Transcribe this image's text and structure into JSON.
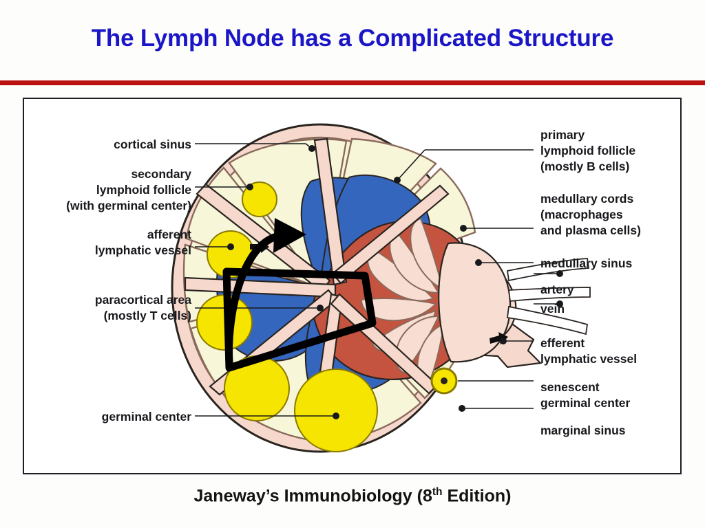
{
  "slide": {
    "title": "The Lymph Node has a Complicated Structure",
    "caption_main": "Janeway’s Immunobiology (8",
    "caption_sup": "th",
    "caption_end": " Edition)"
  },
  "colors": {
    "title_blue": "#1a16c8",
    "rule_red": "#bb1111",
    "frame_border": "#1d1f26",
    "capsule_pink": "#f6d9cc",
    "follicle_cream": "#f7f6d8",
    "paracortex_blue": "#3566bd",
    "medulla_red": "#c4543f",
    "germinal_yellow": "#f6e500",
    "hilum_pink": "#f8ddd2",
    "outline_dark": "#2a2420",
    "annotation_black": "#000000"
  },
  "labels": {
    "left": [
      {
        "id": "cortical-sinus",
        "lines": [
          "cortical sinus"
        ]
      },
      {
        "id": "secondary-follicle",
        "lines": [
          "secondary",
          "lymphoid follicle",
          "(with germinal center)"
        ]
      },
      {
        "id": "afferent-vessel",
        "lines": [
          "afferent",
          "lymphatic vessel"
        ]
      },
      {
        "id": "paracortical-area",
        "lines": [
          "paracortical area",
          "(mostly T cells)"
        ]
      },
      {
        "id": "germinal-center",
        "lines": [
          "germinal center"
        ]
      }
    ],
    "right": [
      {
        "id": "primary-follicle",
        "lines": [
          "primary",
          "lymphoid follicle",
          "(mostly B cells)"
        ]
      },
      {
        "id": "medullary-cords",
        "lines": [
          "medullary cords",
          "(macrophages",
          "and plasma cells)"
        ]
      },
      {
        "id": "medullary-sinus",
        "lines": [
          "medullary sinus"
        ]
      },
      {
        "id": "artery",
        "lines": [
          "artery"
        ]
      },
      {
        "id": "vein",
        "lines": [
          "vein"
        ]
      },
      {
        "id": "efferent-vessel",
        "lines": [
          "efferent",
          "lymphatic vessel"
        ]
      },
      {
        "id": "senescent-gc",
        "lines": [
          "senescent",
          "germinal center"
        ]
      },
      {
        "id": "marginal-sinus",
        "lines": [
          "marginal sinus"
        ]
      }
    ]
  },
  "annotation": {
    "arrow_name": "hand-drawn-curved-arrow",
    "box_name": "hand-drawn-highlight-box"
  }
}
